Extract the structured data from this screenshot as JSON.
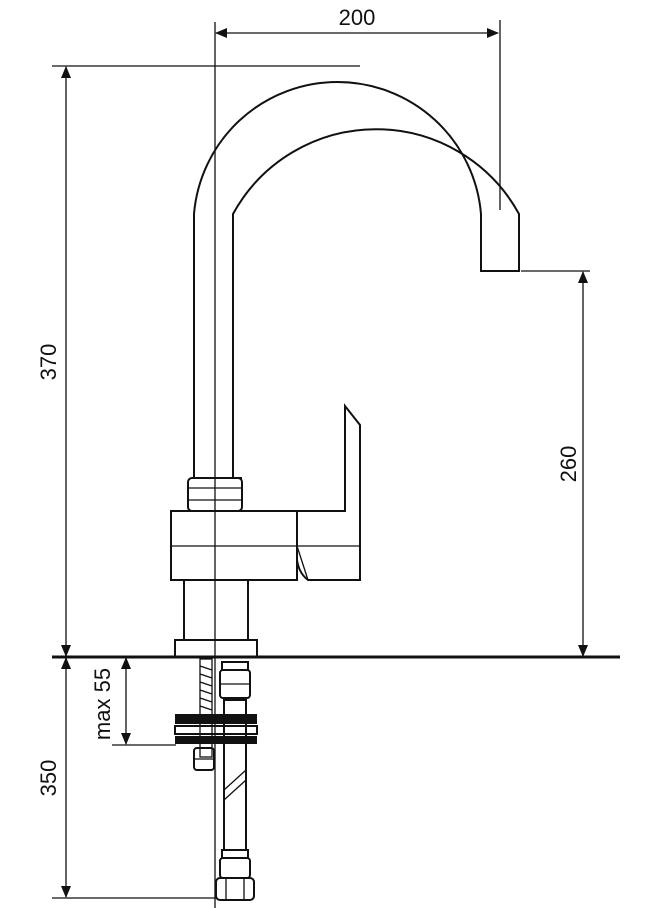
{
  "dimensions": {
    "width_label": "200",
    "height_label": "370",
    "spout_height_label": "260",
    "max_thickness_label": "max 55",
    "hose_length_label": "350"
  },
  "colors": {
    "line": "#111111",
    "background": "#ffffff"
  }
}
